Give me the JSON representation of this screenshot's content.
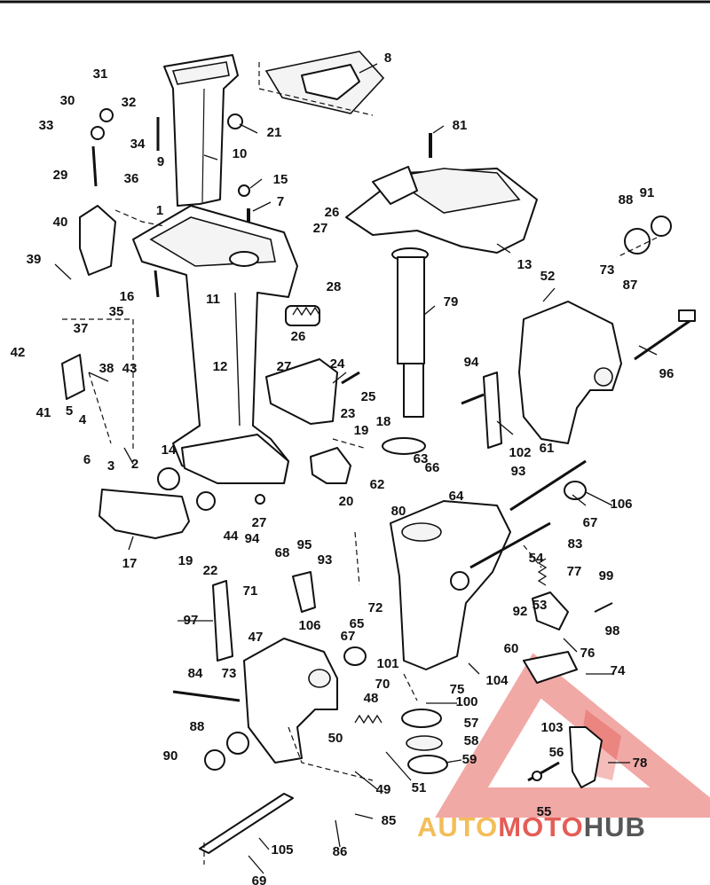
{
  "diagram": {
    "callouts": [
      "1",
      "2",
      "3",
      "4",
      "5",
      "6",
      "7",
      "8",
      "9",
      "10",
      "11",
      "12",
      "13",
      "14",
      "15",
      "16",
      "17",
      "18",
      "19",
      "19",
      "20",
      "21",
      "22",
      "23",
      "24",
      "25",
      "26",
      "26",
      "27",
      "27",
      "27",
      "28",
      "29",
      "30",
      "31",
      "32",
      "33",
      "34",
      "35",
      "36",
      "37",
      "38",
      "39",
      "40",
      "41",
      "42",
      "43",
      "44",
      "47",
      "48",
      "49",
      "50",
      "51",
      "52",
      "53",
      "54",
      "55",
      "56",
      "57",
      "58",
      "59",
      "60",
      "61",
      "62",
      "63",
      "64",
      "65",
      "66",
      "67",
      "67",
      "68",
      "69",
      "70",
      "71",
      "72",
      "73",
      "73",
      "74",
      "75",
      "76",
      "77",
      "78",
      "79",
      "80",
      "81",
      "83",
      "84",
      "85",
      "86",
      "87",
      "88",
      "88",
      "90",
      "91",
      "92",
      "93",
      "93",
      "94",
      "94",
      "95",
      "96",
      "97",
      "98",
      "99",
      "100",
      "101",
      "102",
      "103",
      "104",
      "105",
      "106",
      "106"
    ]
  },
  "watermark": {
    "parts": [
      "AUTO",
      "MOTO",
      "HUB"
    ],
    "colors": {
      "auto": "#f2b33d",
      "moto": "#e0413a",
      "hub": "#3a3a3a"
    }
  }
}
